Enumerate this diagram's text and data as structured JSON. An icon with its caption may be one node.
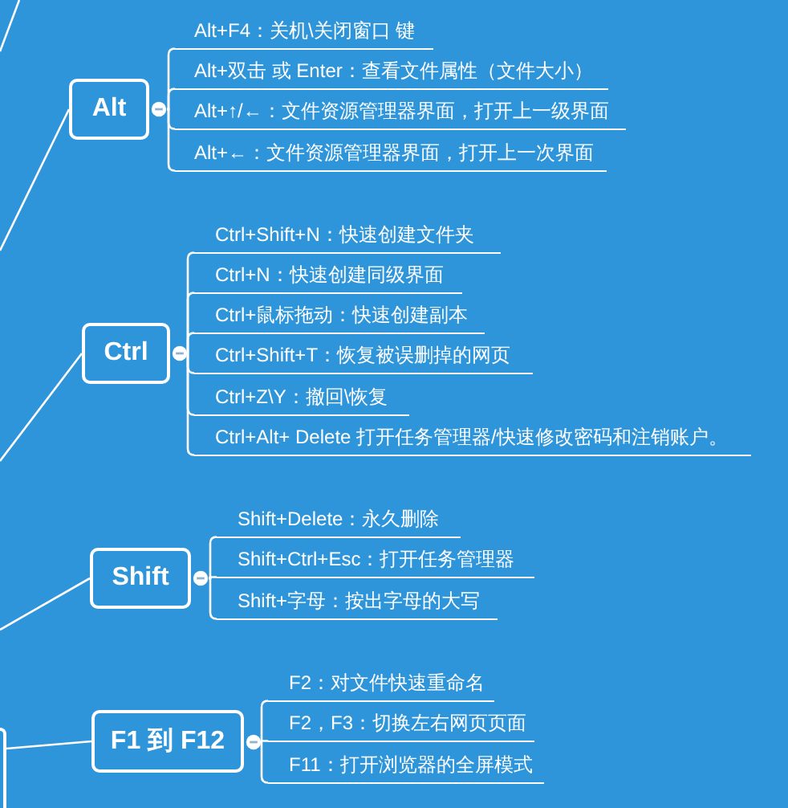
{
  "diagram": {
    "nodes": [
      {
        "text": [],
        "shape": "box"
      },
      {
        "text": [
          "Alt"
        ]
      },
      {
        "text": [
          "Alt+F4：关机\\关闭窗口 键"
        ]
      },
      {
        "text": [
          "Alt+双击 或 Enter：查看文件属性（文件大小）"
        ]
      },
      {
        "text": [
          "Alt+↑/←：文件资源管理器界面，打开上一级界面"
        ]
      },
      {
        "text": [
          "Alt+←：文件资源管理器界面，打开上一次界面"
        ]
      },
      {
        "text": [
          "Ctrl"
        ]
      },
      {
        "text": [
          "Ctrl+Shift+N：快速创建文件夹"
        ]
      },
      {
        "text": [
          "Ctrl+N：快速创建同级界面"
        ]
      },
      {
        "text": [
          "Ctrl+鼠标拖动：快速创建副本"
        ]
      },
      {
        "text": [
          "Ctrl+Shift+T：恢复被误删掉的网页"
        ]
      },
      {
        "text": [
          "Ctrl+Z\\Y：撤回\\恢复"
        ]
      },
      {
        "text": [
          "Ctrl+Alt+ Delete 打开任务管理器/快速修改密码和注销账户。"
        ]
      },
      {
        "text": [
          "Shift"
        ]
      },
      {
        "text": [
          "Shift+Delete：永久删除"
        ]
      },
      {
        "text": [
          "Shift+Ctrl+Esc：打开任务管理器"
        ]
      },
      {
        "text": [
          "Shift+字母：按出字母的大写"
        ]
      },
      {
        "text": [
          "F1 到 F12"
        ]
      },
      {
        "text": [
          "F2：对文件快速重命名"
        ]
      },
      {
        "text": [
          "F2，F3：切换左右网页页面"
        ]
      },
      {
        "text": [
          "F11：打开浏览器的全屏模式"
        ]
      }
    ],
    "edges": [
      {
        "from": null,
        "to": 1,
        "arrow": "none"
      },
      {
        "from": 1,
        "to": 2,
        "arrow": "none"
      },
      {
        "from": 1,
        "to": 3,
        "arrow": "none"
      },
      {
        "from": 1,
        "to": 4,
        "arrow": "none"
      },
      {
        "from": 1,
        "to": 5,
        "arrow": "none"
      },
      {
        "from": null,
        "to": 6,
        "arrow": "none"
      },
      {
        "from": 6,
        "to": 7,
        "arrow": "none"
      },
      {
        "from": 6,
        "to": 8,
        "arrow": "none"
      },
      {
        "from": 6,
        "to": 9,
        "arrow": "none"
      },
      {
        "from": 6,
        "to": 10,
        "arrow": "none"
      },
      {
        "from": 6,
        "to": 11,
        "arrow": "none"
      },
      {
        "from": 6,
        "to": 12,
        "arrow": "none"
      },
      {
        "from": null,
        "to": 13,
        "arrow": "none"
      },
      {
        "from": 13,
        "to": 14,
        "arrow": "none"
      },
      {
        "from": 13,
        "to": 15,
        "arrow": "none"
      },
      {
        "from": 13,
        "to": 16,
        "arrow": "none"
      },
      {
        "from": 0,
        "to": 17,
        "arrow": "none"
      },
      {
        "from": 17,
        "to": 18,
        "arrow": "none"
      },
      {
        "from": 17,
        "to": 19,
        "arrow": "none"
      },
      {
        "from": 17,
        "to": 20,
        "arrow": "none"
      }
    ]
  }
}
